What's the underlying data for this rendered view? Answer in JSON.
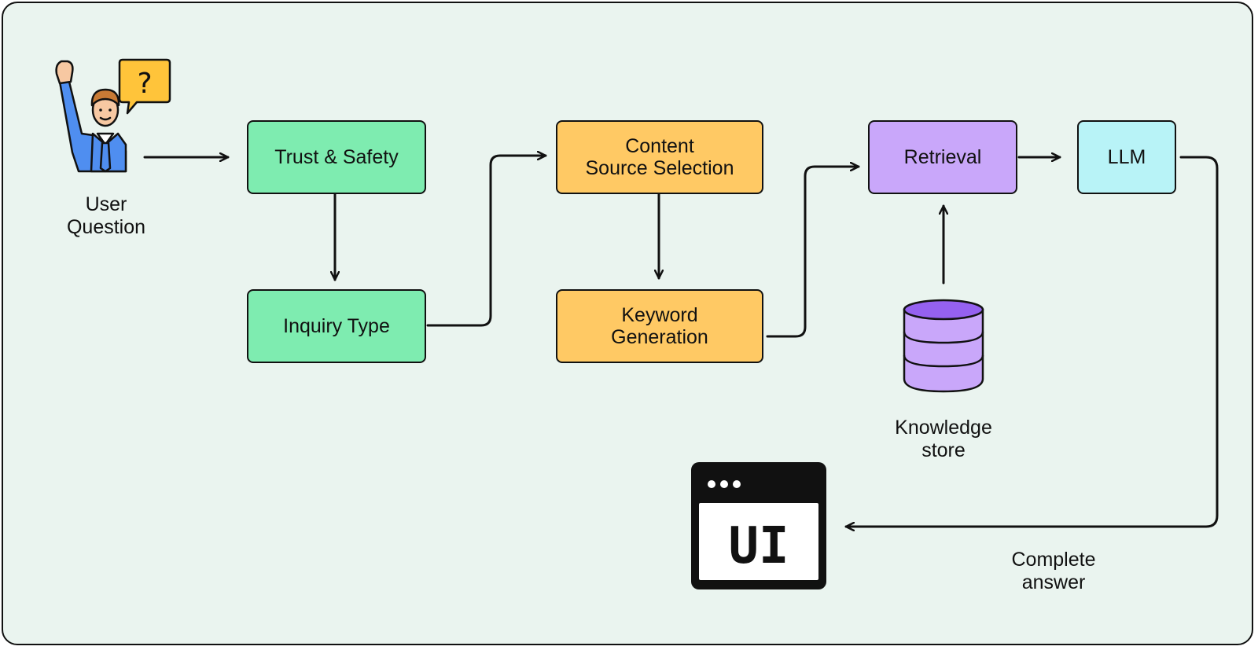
{
  "nodes": {
    "trust_safety": "Trust & Safety",
    "inquiry_type": "Inquiry Type",
    "content_source": [
      "Content",
      "Source Selection"
    ],
    "keyword_generation": [
      "Keyword",
      "Generation"
    ],
    "retrieval": "Retrieval",
    "llm": "LLM"
  },
  "labels": {
    "user_question": [
      "User",
      "Question"
    ],
    "knowledge_store": [
      "Knowledge",
      "store"
    ],
    "complete_answer": [
      "Complete",
      "answer"
    ]
  },
  "icons": {
    "user": "user-question-icon",
    "question_mark": "?",
    "database": "database-icon",
    "ui_window": "ui-window-icon",
    "ui_text": "UI"
  },
  "colors": {
    "background": "#eaf4ef",
    "green": "#7eecb0",
    "orange": "#ffc964",
    "purple": "#c9a7fa",
    "cyan": "#b8f3f7",
    "outline": "#111111"
  }
}
